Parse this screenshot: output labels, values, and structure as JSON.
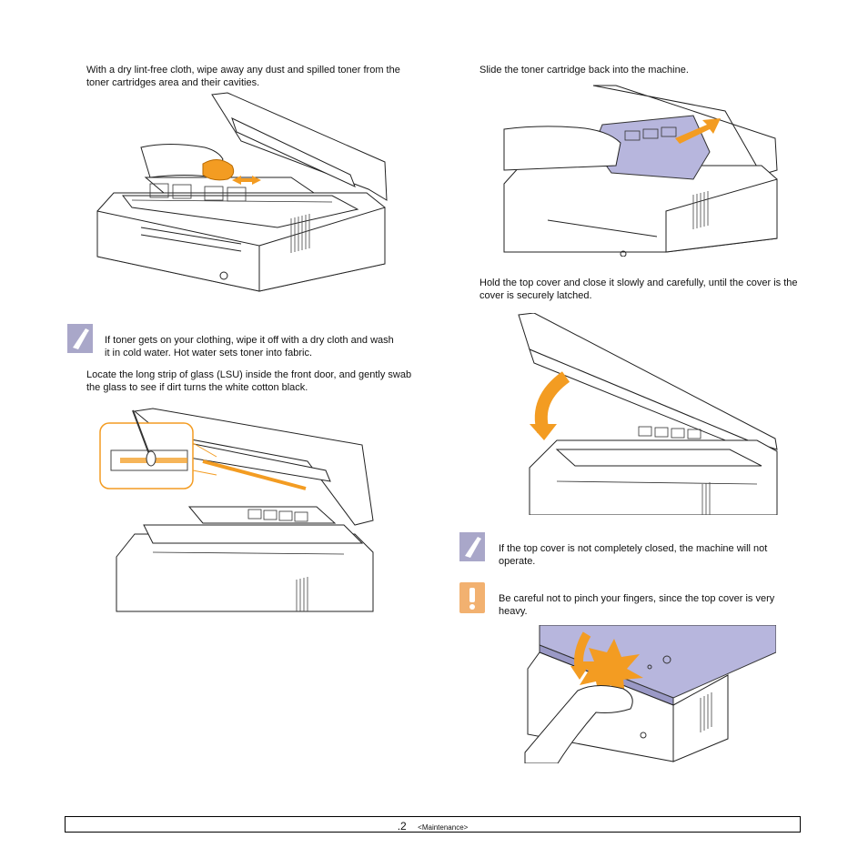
{
  "steps": {
    "wipe": "With a dry lint-free cloth, wipe away any dust and spilled toner from the toner cartridges area and their cavities.",
    "note_toner": "If toner gets on your clothing, wipe it off with a dry cloth and wash it in cold water. Hot water sets toner into fabric.",
    "lsu": "Locate the long strip of glass (LSU) inside the front door, and gently swab the glass to see if dirt turns the white cotton black.",
    "slide": "Slide the toner cartridge back into the machine.",
    "close": "Hold the top cover and close it slowly and carefully, until the cover is the cover is securely latched.",
    "note_cover": "If the top cover is not completely closed, the machine will not operate.",
    "caution": "Be careful not to pinch your fingers, since the top cover is very heavy."
  },
  "footer": {
    "page": ".2",
    "section": "<Maintenance>"
  },
  "colors": {
    "accent_orange": "#f39c22",
    "note_icon": "#a9a7c9",
    "warning_icon": "#f2b170",
    "cartridge": "#b7b6dd"
  },
  "icons": [
    "note-icon",
    "warning-icon"
  ]
}
